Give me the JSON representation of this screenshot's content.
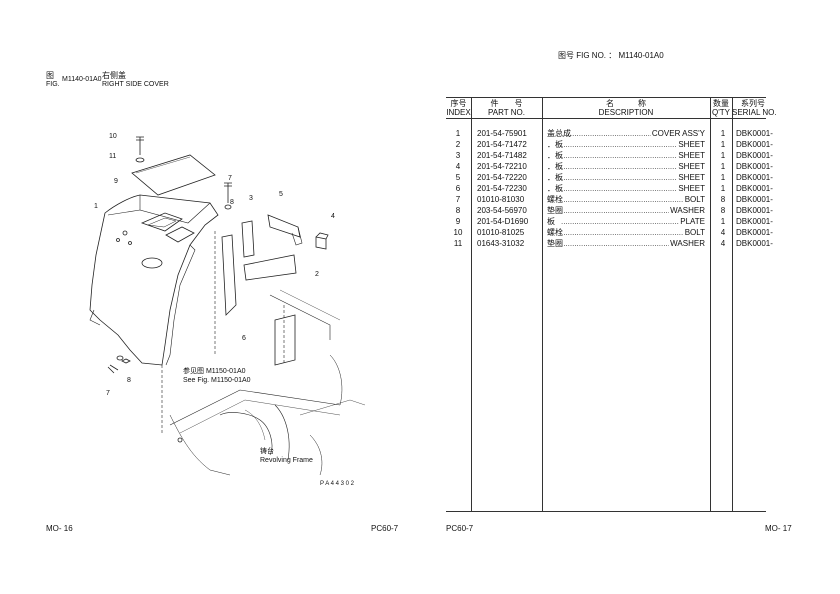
{
  "top_fig": {
    "label_cn": "图号",
    "label_en": "FIG NO.",
    "sep": "：",
    "number": "M1140-01A0"
  },
  "left_header": {
    "label_cn": "图",
    "label_en": "FIG.",
    "number": "M1140-01A0",
    "title_cn": "右侧盖",
    "title_en": "RIGHT SIDE COVER"
  },
  "table": {
    "headers": {
      "index_cn": "序号",
      "index_en": "INDEX",
      "part_cn": "件　　号",
      "part_en": "PART NO.",
      "desc_cn": "名　　　称",
      "desc_en": "DESCRIPTION",
      "qty_cn": "数量",
      "qty_en": "Q'TY",
      "serial_cn": "系列号",
      "serial_en": "SERIAL NO."
    },
    "rows": [
      {
        "index": "1",
        "part": "201-54-75901",
        "desc_cn": "盖总成",
        "desc_en": "COVER ASS'Y",
        "qty": "1",
        "serial": "DBK0001-"
      },
      {
        "index": "2",
        "part": "201-54-71472",
        "desc_cn": "．板",
        "desc_en": "SHEET",
        "qty": "1",
        "serial": "DBK0001-"
      },
      {
        "index": "3",
        "part": "201-54-71482",
        "desc_cn": "．板",
        "desc_en": "SHEET",
        "qty": "1",
        "serial": "DBK0001-"
      },
      {
        "index": "4",
        "part": "201-54-72210",
        "desc_cn": "．板",
        "desc_en": "SHEET",
        "qty": "1",
        "serial": "DBK0001-"
      },
      {
        "index": "5",
        "part": "201-54-72220",
        "desc_cn": "．板",
        "desc_en": "SHEET",
        "qty": "1",
        "serial": "DBK0001-"
      },
      {
        "index": "6",
        "part": "201-54-72230",
        "desc_cn": "．板",
        "desc_en": "SHEET",
        "qty": "1",
        "serial": "DBK0001-"
      },
      {
        "index": "7",
        "part": "01010-81030",
        "desc_cn": "螺栓",
        "desc_en": "BOLT",
        "qty": "8",
        "serial": "DBK0001-"
      },
      {
        "index": "8",
        "part": "203-54-56970",
        "desc_cn": "垫圈",
        "desc_en": "WASHER",
        "qty": "8",
        "serial": "DBK0001-"
      },
      {
        "index": "9",
        "part": "201-54-D1690",
        "desc_cn": "板",
        "desc_en": "PLATE",
        "qty": "1",
        "serial": "DBK0001-"
      },
      {
        "index": "10",
        "part": "01010-81025",
        "desc_cn": "螺栓",
        "desc_en": "BOLT",
        "qty": "4",
        "serial": "DBK0001-"
      },
      {
        "index": "11",
        "part": "01643-31032",
        "desc_cn": "垫圈",
        "desc_en": "WASHER",
        "qty": "4",
        "serial": "DBK0001-"
      }
    ]
  },
  "drawing": {
    "callouts": [
      "1",
      "2",
      "3",
      "4",
      "5",
      "6",
      "7",
      "8",
      "9",
      "10",
      "11",
      "7",
      "8"
    ],
    "see_fig_cn": "参见图 M1150-01A0",
    "see_fig_en": "See Fig. M1150-01A0",
    "frame_cn": "铸台",
    "frame_en": "Revolving Frame",
    "drawing_code": "P A 4 4 3 0 2"
  },
  "footer": {
    "left_page": "MO- 16",
    "left_model": "PC60-7",
    "right_model": "PC60-7",
    "right_page": "MO- 17"
  }
}
